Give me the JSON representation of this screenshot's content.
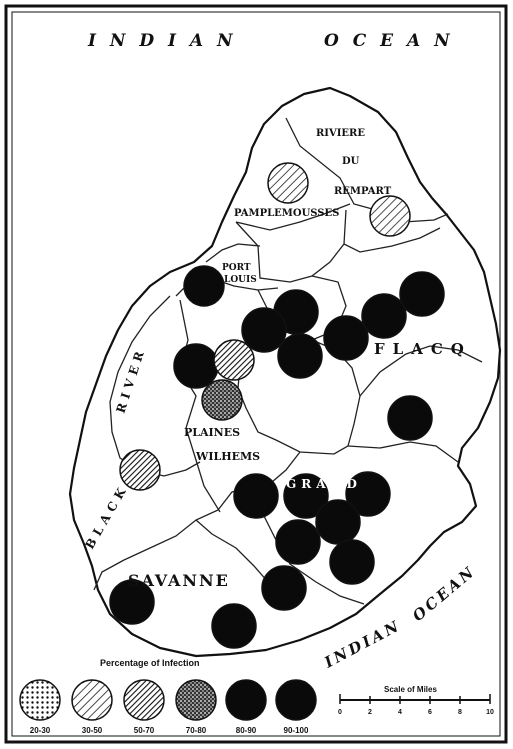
{
  "map": {
    "ocean_labels": [
      {
        "id": "north-left",
        "text": "I N D I A N"
      },
      {
        "id": "north-right",
        "text": "O C E A N"
      },
      {
        "id": "east-indian",
        "text": "INDIAN"
      },
      {
        "id": "east-ocean",
        "text": "OCEAN"
      }
    ],
    "district_labels": [
      {
        "id": "riviere-1",
        "text": "RIVIERE"
      },
      {
        "id": "riviere-2",
        "text": "DU"
      },
      {
        "id": "riviere-3",
        "text": "REMPART"
      },
      {
        "id": "pamplemousses",
        "text": "PAMPLEMOUSSES"
      },
      {
        "id": "portlouis-1",
        "text": "PORT"
      },
      {
        "id": "portlouis-2",
        "text": "LOUIS"
      },
      {
        "id": "flacq",
        "text": "FLACQ"
      },
      {
        "id": "plaines-1",
        "text": "PLAINES"
      },
      {
        "id": "plaines-2",
        "text": "WILHEMS"
      },
      {
        "id": "savanne",
        "text": "SAVANNE"
      },
      {
        "id": "river",
        "text": "RIVER"
      },
      {
        "id": "black",
        "text": "BLACK"
      },
      {
        "id": "grand-port",
        "text": "GRAND"
      }
    ],
    "legend": {
      "title": "Percentage of Infection",
      "categories": [
        {
          "label": "20-30",
          "pattern": "dots"
        },
        {
          "label": "30-50",
          "pattern": "light-hatch"
        },
        {
          "label": "50-70",
          "pattern": "dense-hatch"
        },
        {
          "label": "70-80",
          "pattern": "stipple"
        },
        {
          "label": "80-90",
          "pattern": "solid"
        },
        {
          "label": "90-100",
          "pattern": "solid"
        }
      ]
    },
    "scale": {
      "title": "Scale of Miles",
      "ticks": [
        "0",
        "2",
        "4",
        "6",
        "8",
        "10"
      ]
    }
  }
}
